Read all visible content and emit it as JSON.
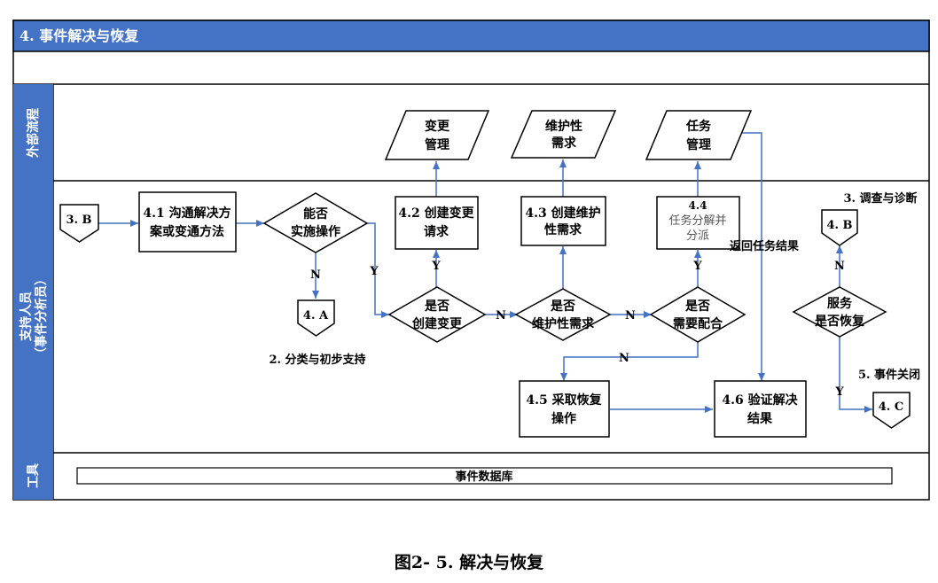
{
  "header": {
    "title": "4. 事件解决与恢复"
  },
  "lanes": {
    "external": "外部流程",
    "support_line1": "支持人员",
    "support_line2": "（事件分析员）",
    "tools": "工具"
  },
  "nodes": {
    "conn_3b_left": "3. B",
    "n41_line1": "4.1 沟通解决方",
    "n41_line2": "案或变通方法",
    "d_feasible_line1": "能否",
    "d_feasible_line2": "实施操作",
    "conn_4a": "4. A",
    "n42_line1": "4.2 创建变更",
    "n42_line2": "请求",
    "n43_line1": "4.3 创建维护",
    "n43_line2": "性需求",
    "n44_line1": "4.4",
    "n44_line2": "任务分解并",
    "n44_line3": "分派",
    "ext_change_line1": "变更",
    "ext_change_line2": "管理",
    "ext_maint_line1": "维护性",
    "ext_maint_line2": "需求",
    "ext_task_line1": "任务",
    "ext_task_line2": "管理",
    "d_change_line1": "是否",
    "d_change_line2": "创建变更",
    "d_maint_line1": "是否",
    "d_maint_line2": "维护性需求",
    "d_coop_line1": "是否",
    "d_coop_line2": "需要配合",
    "n45_line1": "4.5 采取恢复",
    "n45_line2": "操作",
    "n46_line1": "4.6 验证解决",
    "n46_line2": "结果",
    "d_service_line1": "服务",
    "d_service_line2": "是否恢复",
    "conn_3b_right": "4. B",
    "conn_4c": "4. C"
  },
  "labels": {
    "classify": "2. 分类与初步支持",
    "investigate": "3. 调查与诊断",
    "close": "5. 事件关闭",
    "return_task": "返回任务结果",
    "yes": "Y",
    "no": "N"
  },
  "database": "事件数据库",
  "caption": "图2- 5.  解决与恢复",
  "colors": {
    "header": "#4472c4",
    "arrow": "#4472c4",
    "lane_label": "#4472c4"
  }
}
